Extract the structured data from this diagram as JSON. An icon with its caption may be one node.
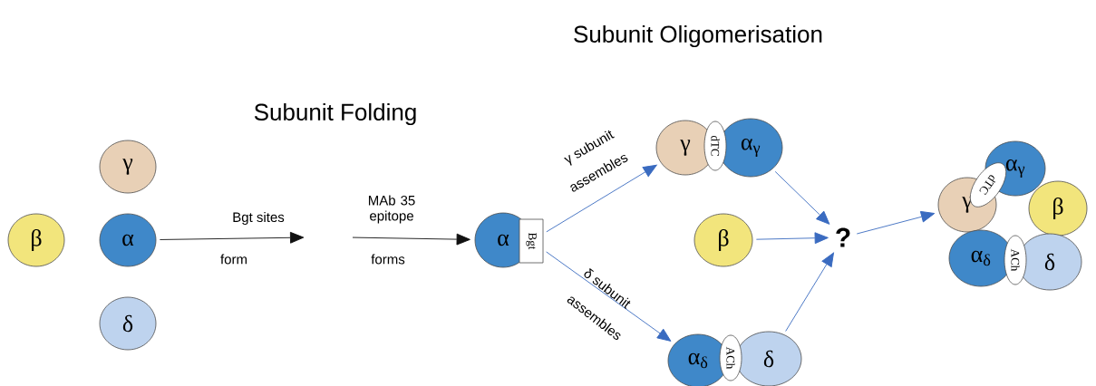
{
  "diagram": {
    "nodes": [
      {
        "text": [
          "γ"
        ]
      },
      {
        "text": [
          "β"
        ]
      },
      {
        "text": [
          "α"
        ]
      },
      {
        "text": [
          "δ"
        ]
      },
      {
        "text": [
          "α"
        ]
      },
      {
        "text": [
          "Bgt"
        ]
      },
      {
        "text": [
          "γ"
        ]
      },
      {
        "text": [
          "dTC"
        ]
      },
      {
        "text": [
          "α$_{γ}$"
        ]
      },
      {
        "text": [
          "β"
        ]
      },
      {
        "text": [
          "?"
        ]
      },
      {
        "text": [
          "α$_{δ}$"
        ]
      },
      {
        "text": [
          "ACh"
        ]
      },
      {
        "text": [
          "δ"
        ]
      },
      {
        "text": [
          "α$_{γ}$"
        ]
      },
      {
        "text": [
          "dTC"
        ]
      },
      {
        "text": [
          "γ"
        ]
      },
      {
        "text": [
          "β"
        ]
      },
      {
        "text": [
          "α$_{δ}$"
        ]
      },
      {
        "text": [
          "ACh"
        ]
      },
      {
        "text": [
          "δ"
        ]
      }
    ],
    "edges": [
      {
        "from": 2,
        "to": null,
        "arrow": "to",
        "label": "Bgt sites",
        "color": "#111111"
      },
      {
        "from": null,
        "to": 4,
        "arrow": "to",
        "label": "MAb 35 epitope",
        "color": "#111111"
      },
      {
        "from": 5,
        "to": 6,
        "arrow": "to",
        "label": "γ subunit"
      },
      {
        "from": 5,
        "to": 11,
        "arrow": "to",
        "label": "δ subunit"
      },
      {
        "from": 8,
        "to": 10,
        "arrow": "to"
      },
      {
        "from": 9,
        "to": 10,
        "arrow": "to"
      },
      {
        "from": 13,
        "to": 10,
        "arrow": "to"
      },
      {
        "from": 10,
        "to": 16,
        "arrow": "to"
      }
    ],
    "labels": [
      "Subunit Oligomerisation",
      "Subunit Folding",
      "form",
      "forms",
      "assembles",
      "assembles"
    ]
  }
}
